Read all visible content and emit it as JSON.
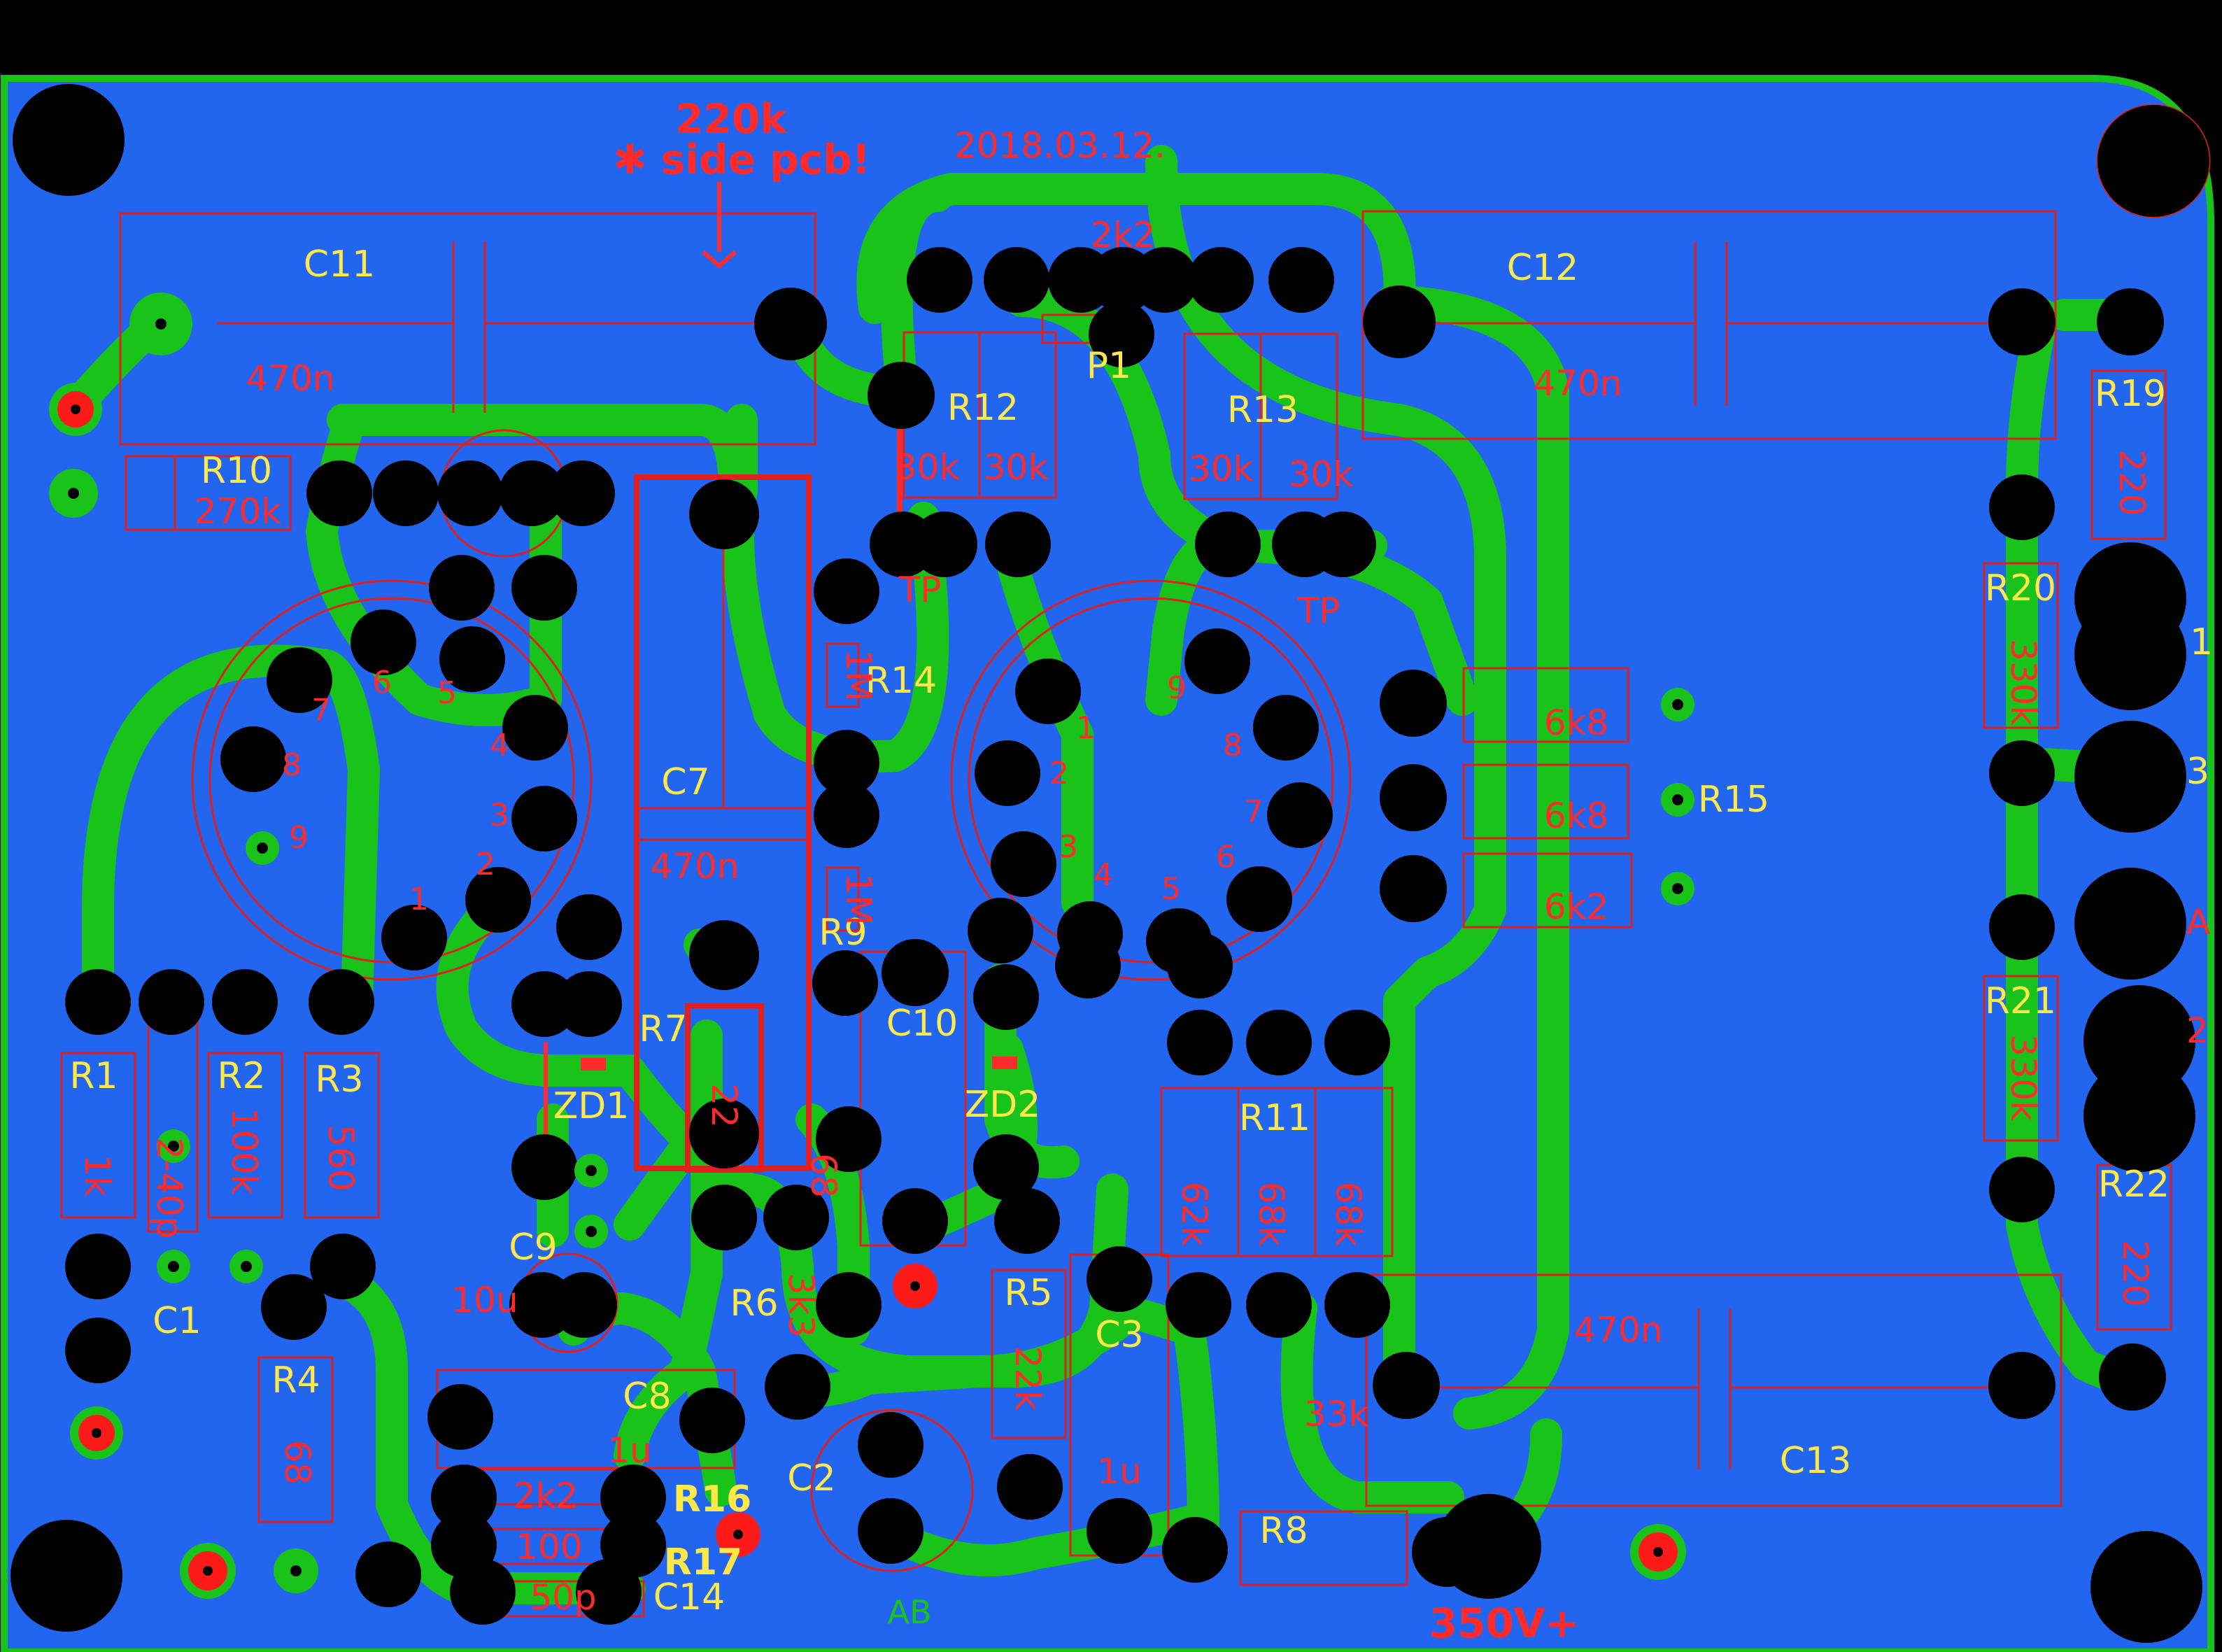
{
  "annotations": {
    "note_value": "220k",
    "note_text": "✱ side pcb!",
    "date": "2018.03.12.",
    "supply": "350V+",
    "tp1": "TP",
    "tp2": "TP",
    "ab": "AB"
  },
  "designators": {
    "C11": "C11",
    "C12": "C12",
    "C13": "C13",
    "C7": "C7",
    "C10": "C10",
    "C9": "C9",
    "C8": "C8",
    "C3": "C3",
    "C2": "C2",
    "C1": "C1",
    "C14": "C14",
    "R10": "R10",
    "R12": "R12",
    "R13": "R13",
    "R14": "R14",
    "R15": "R15",
    "R19": "R19",
    "R20": "R20",
    "R21": "R21",
    "R22": "R22",
    "R1": "R1",
    "R2": "R2",
    "R3": "R3",
    "R4": "R4",
    "R5": "R5",
    "R6": "R6",
    "R7": "R7",
    "R8": "R8",
    "R9": "R9",
    "R11": "R11",
    "R16": "R16",
    "R17": "R17",
    "ZD1": "ZD1",
    "ZD2": "ZD2",
    "P1": "P1"
  },
  "values": {
    "C11": "470n",
    "C12": "470n",
    "C13": "470n",
    "C7": "470n",
    "C9": "10u",
    "C8": "1u",
    "C3": "1u",
    "C14": "50p",
    "C1": "2-40p",
    "R10": "270k",
    "R12a": "30k",
    "R12b": "30k",
    "R13a": "30k",
    "R13b": "30k",
    "R14": "1M",
    "R9": "1M",
    "P1": "2k2",
    "R15a": "6k8",
    "R15b": "6k8",
    "R15c": "6k2",
    "R19": "220",
    "R20": "330k",
    "R21": "330k",
    "R22": "220",
    "R1": "1k",
    "R2": "100k",
    "R3": "560",
    "R4": "68",
    "R5": "22k",
    "R6": "3k3",
    "R8": "33k",
    "R11a": "62k",
    "R11b": "68k",
    "R11c": "68k",
    "R16": "2k2",
    "R17": "100",
    "R7": "22",
    "C10_val": "68"
  },
  "tube_pins_left": [
    "1",
    "2",
    "3",
    "4",
    "5",
    "6",
    "7",
    "8",
    "9"
  ],
  "tube_pins_right": [
    "1",
    "2",
    "3",
    "4",
    "5",
    "6",
    "7",
    "8",
    "9"
  ],
  "edge_labels": [
    "1",
    "3",
    "A",
    "2"
  ],
  "colors": {
    "board": "#2266F0",
    "trace": "#19C31A",
    "silkscreen": "#FFE94A",
    "outline": "#E02020",
    "pad": "#000000",
    "via": "#FF1A1A",
    "background": "#000000"
  }
}
